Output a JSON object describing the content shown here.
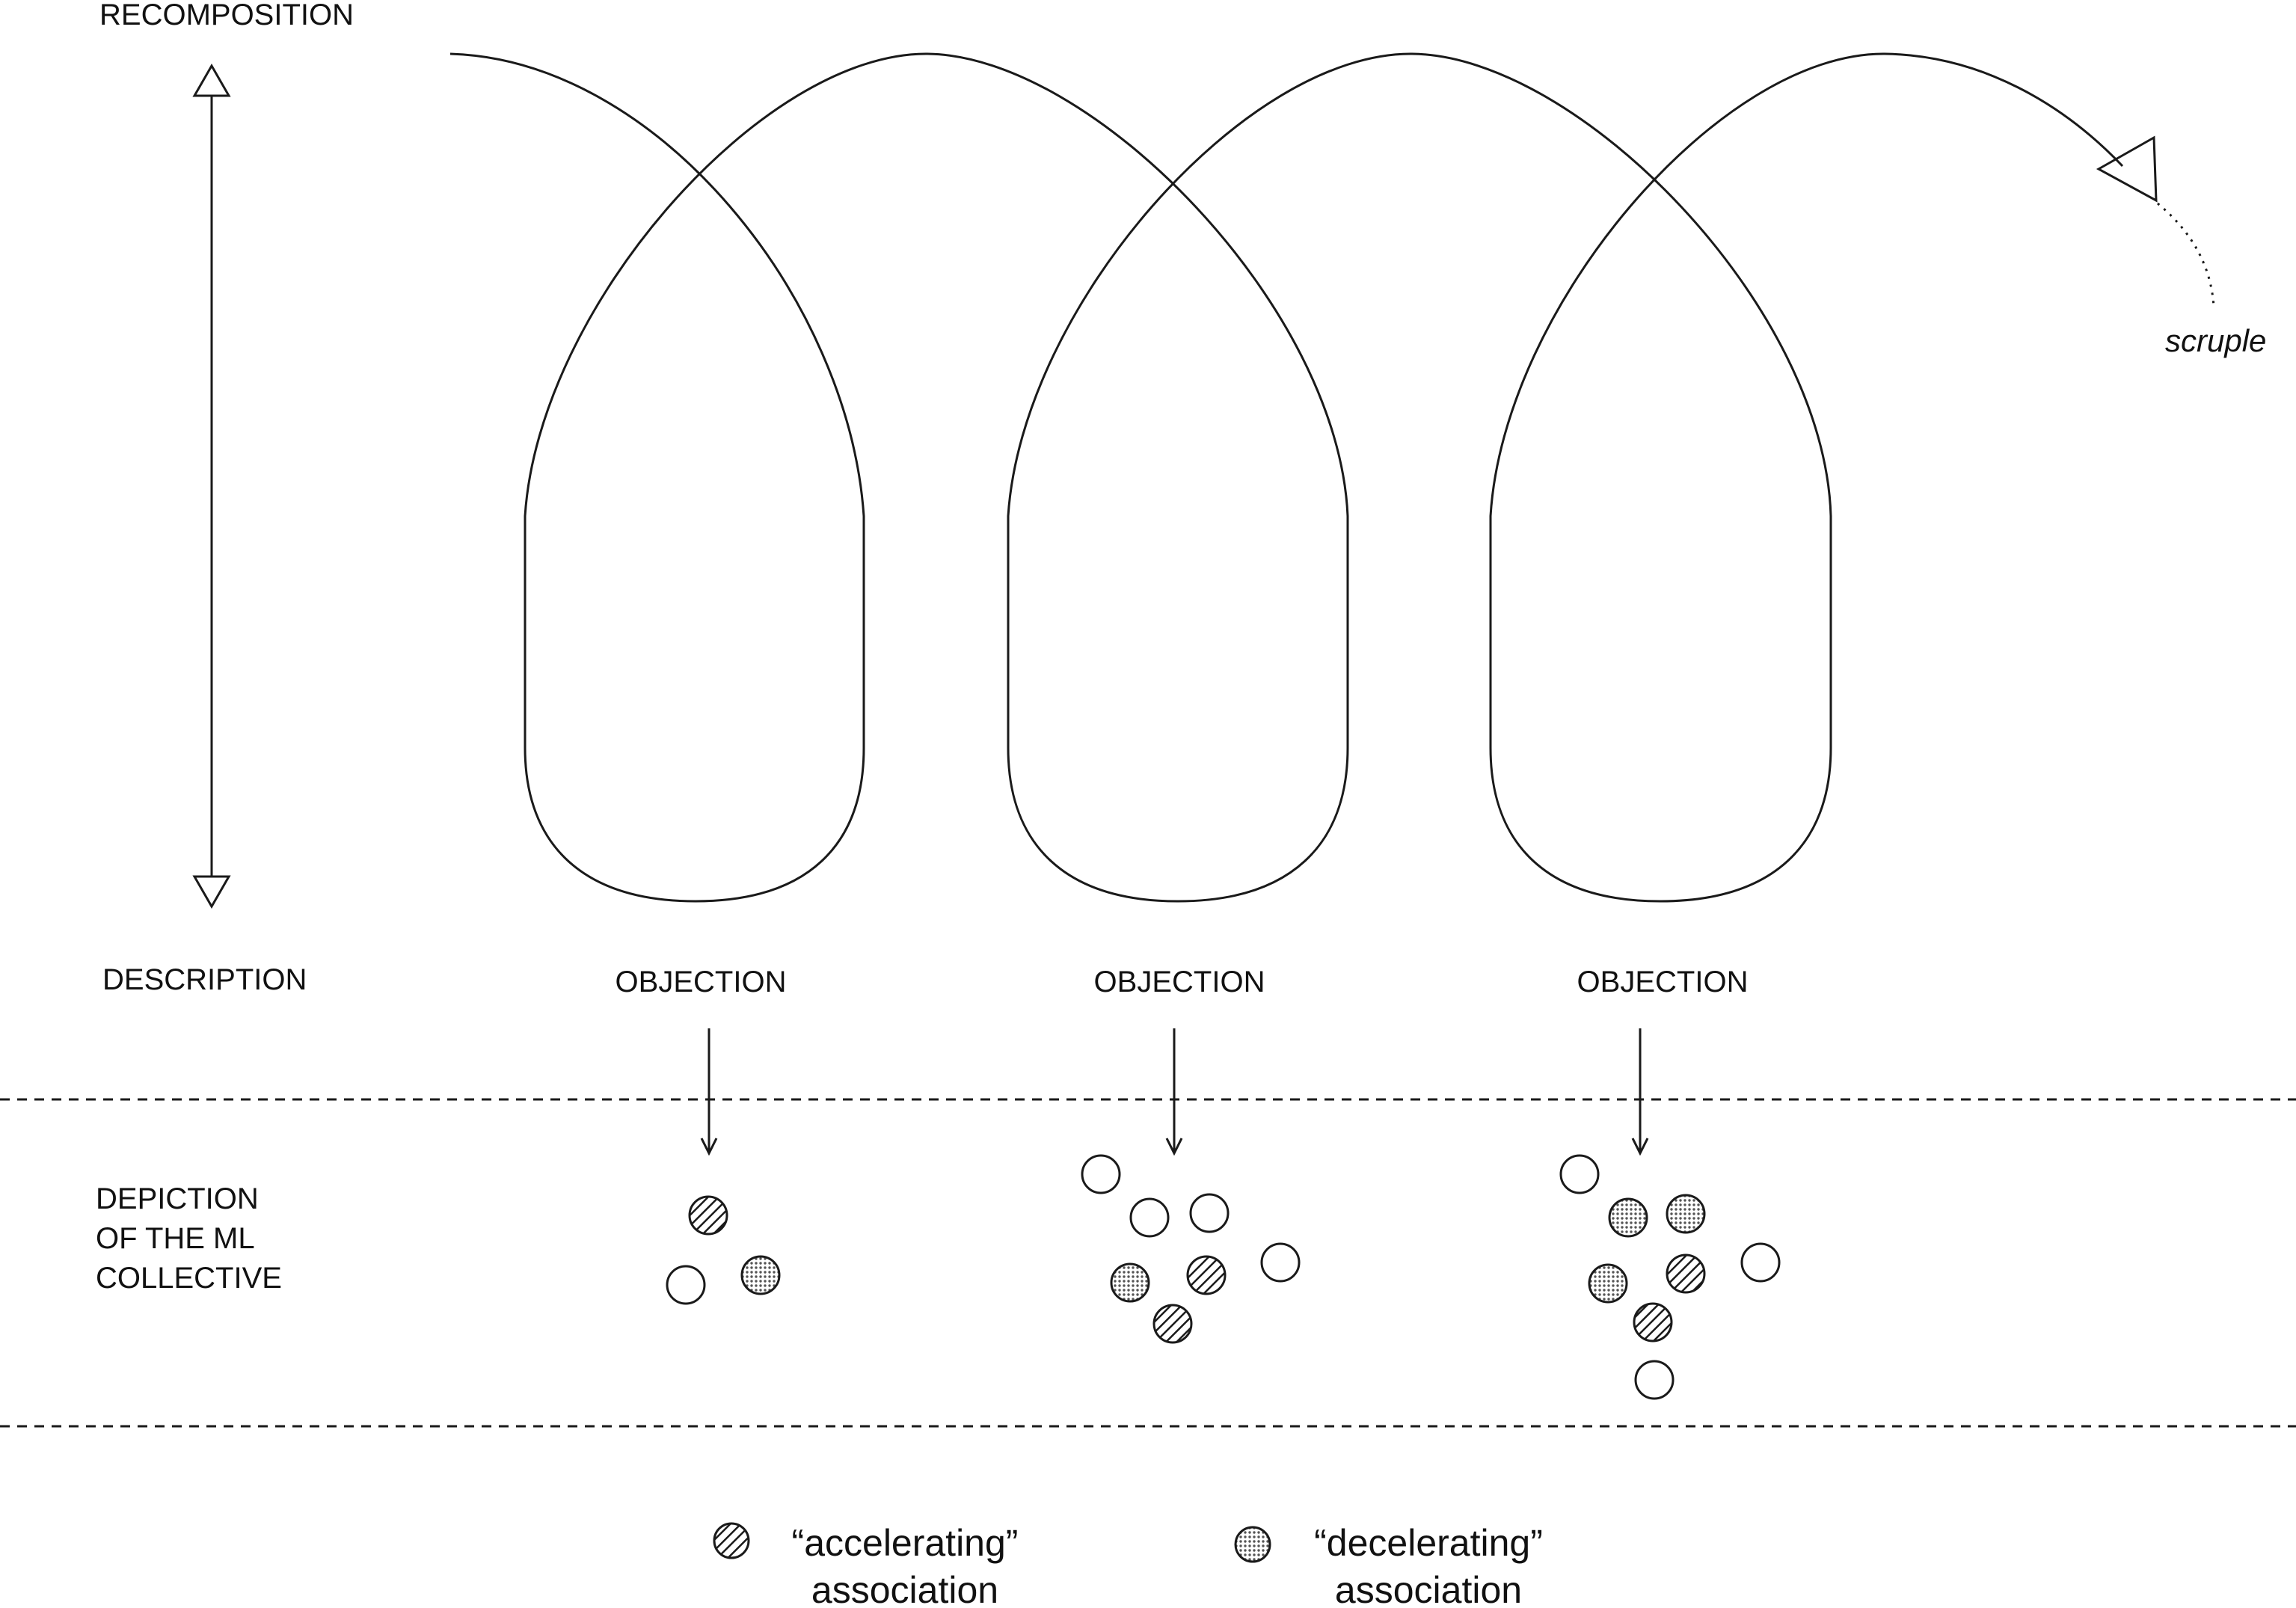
{
  "labels": {
    "recomposition": "RECOMPOSITION",
    "description": "DESCRIPTION",
    "objections": [
      "OBJECTION",
      "OBJECTION",
      "OBJECTION"
    ],
    "depiction": [
      "DEPICTION",
      "OF THE ML",
      "COLLECTIVE"
    ],
    "scruple": "scruple"
  },
  "legend": {
    "accelerating": [
      "“accelerating”",
      "association"
    ],
    "decelerating": [
      "“decelerating”",
      "association"
    ]
  },
  "clusters": [
    [
      "accelerating",
      "empty",
      "decelerating"
    ],
    [
      "empty",
      "empty",
      "empty",
      "empty",
      "decelerating",
      "accelerating",
      "accelerating"
    ],
    [
      "empty",
      "decelerating",
      "decelerating",
      "empty",
      "decelerating",
      "accelerating",
      "accelerating",
      "empty"
    ]
  ],
  "colors": {
    "ink": "#1a1a1a",
    "background": "#ffffff"
  }
}
